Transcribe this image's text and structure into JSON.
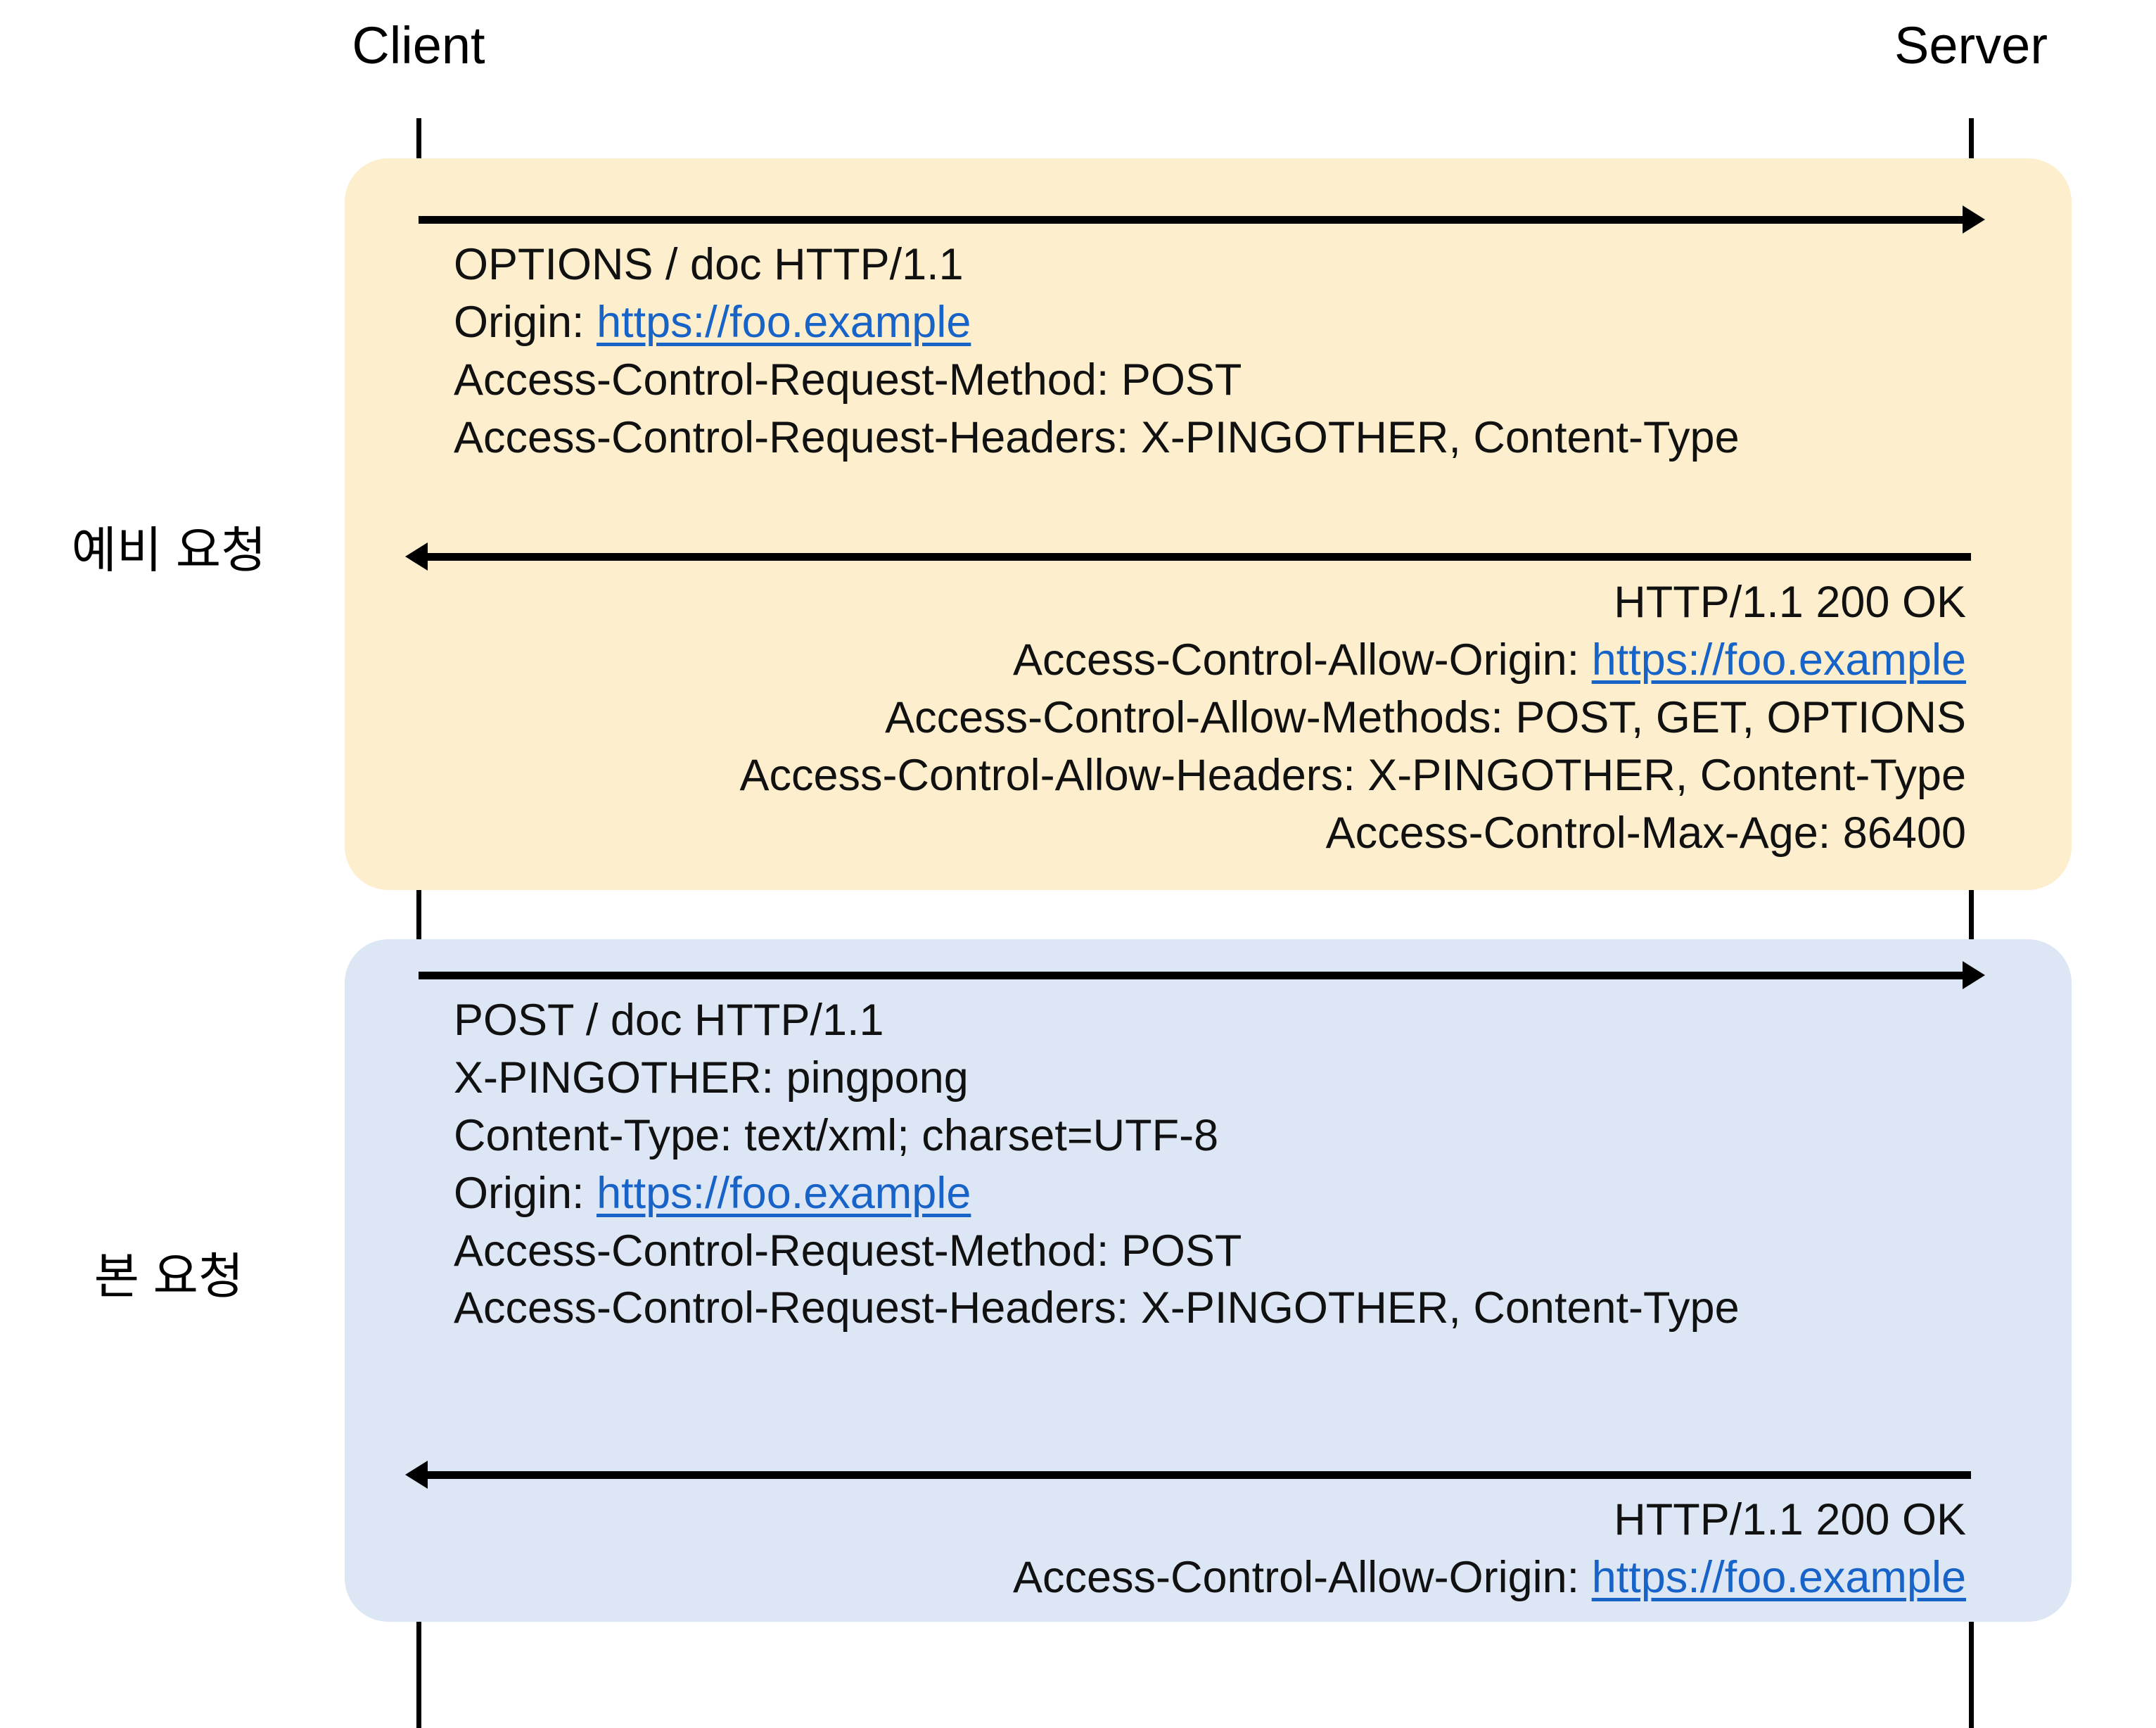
{
  "actors": {
    "client": "Client",
    "server": "Server"
  },
  "phases": [
    {
      "id": "preflight",
      "label": "예비 요청",
      "band_color": "#fdefcd",
      "request": {
        "arrow_direction": "client-to-server",
        "lines": [
          {
            "text": "OPTIONS / doc HTTP/1.1"
          },
          {
            "text": "Origin: ",
            "link": "https://foo.example"
          },
          {
            "text": "Access-Control-Request-Method: POST"
          },
          {
            "text": "Access-Control-Request-Headers: X-PINGOTHER, Content-Type"
          }
        ]
      },
      "response": {
        "arrow_direction": "server-to-client",
        "lines": [
          {
            "text": "HTTP/1.1 200 OK"
          },
          {
            "text": "Access-Control-Allow-Origin: ",
            "link": "https://foo.example"
          },
          {
            "text": "Access-Control-Allow-Methods: POST, GET, OPTIONS"
          },
          {
            "text": "Access-Control-Allow-Headers: X-PINGOTHER, Content-Type"
          },
          {
            "text": "Access-Control-Max-Age: 86400"
          }
        ]
      }
    },
    {
      "id": "actual",
      "label": "본 요청",
      "band_color": "#dce6f4",
      "request": {
        "arrow_direction": "client-to-server",
        "lines": [
          {
            "text": "POST / doc HTTP/1.1"
          },
          {
            "text": "X-PINGOTHER: pingpong"
          },
          {
            "text": "Content-Type: text/xml; charset=UTF-8"
          },
          {
            "text": "Origin: ",
            "link": "https://foo.example"
          },
          {
            "text": "Access-Control-Request-Method: POST"
          },
          {
            "text": "Access-Control-Request-Headers: X-PINGOTHER, Content-Type"
          }
        ]
      },
      "response": {
        "arrow_direction": "server-to-client",
        "lines": [
          {
            "text": "HTTP/1.1 200 OK"
          },
          {
            "text": "Access-Control-Allow-Origin: ",
            "link": "https://foo.example"
          }
        ]
      }
    }
  ],
  "colors": {
    "link": "#1763c8",
    "line": "#000000",
    "preflight_band": "#fdefcd",
    "actual_band": "#dce6f4"
  }
}
